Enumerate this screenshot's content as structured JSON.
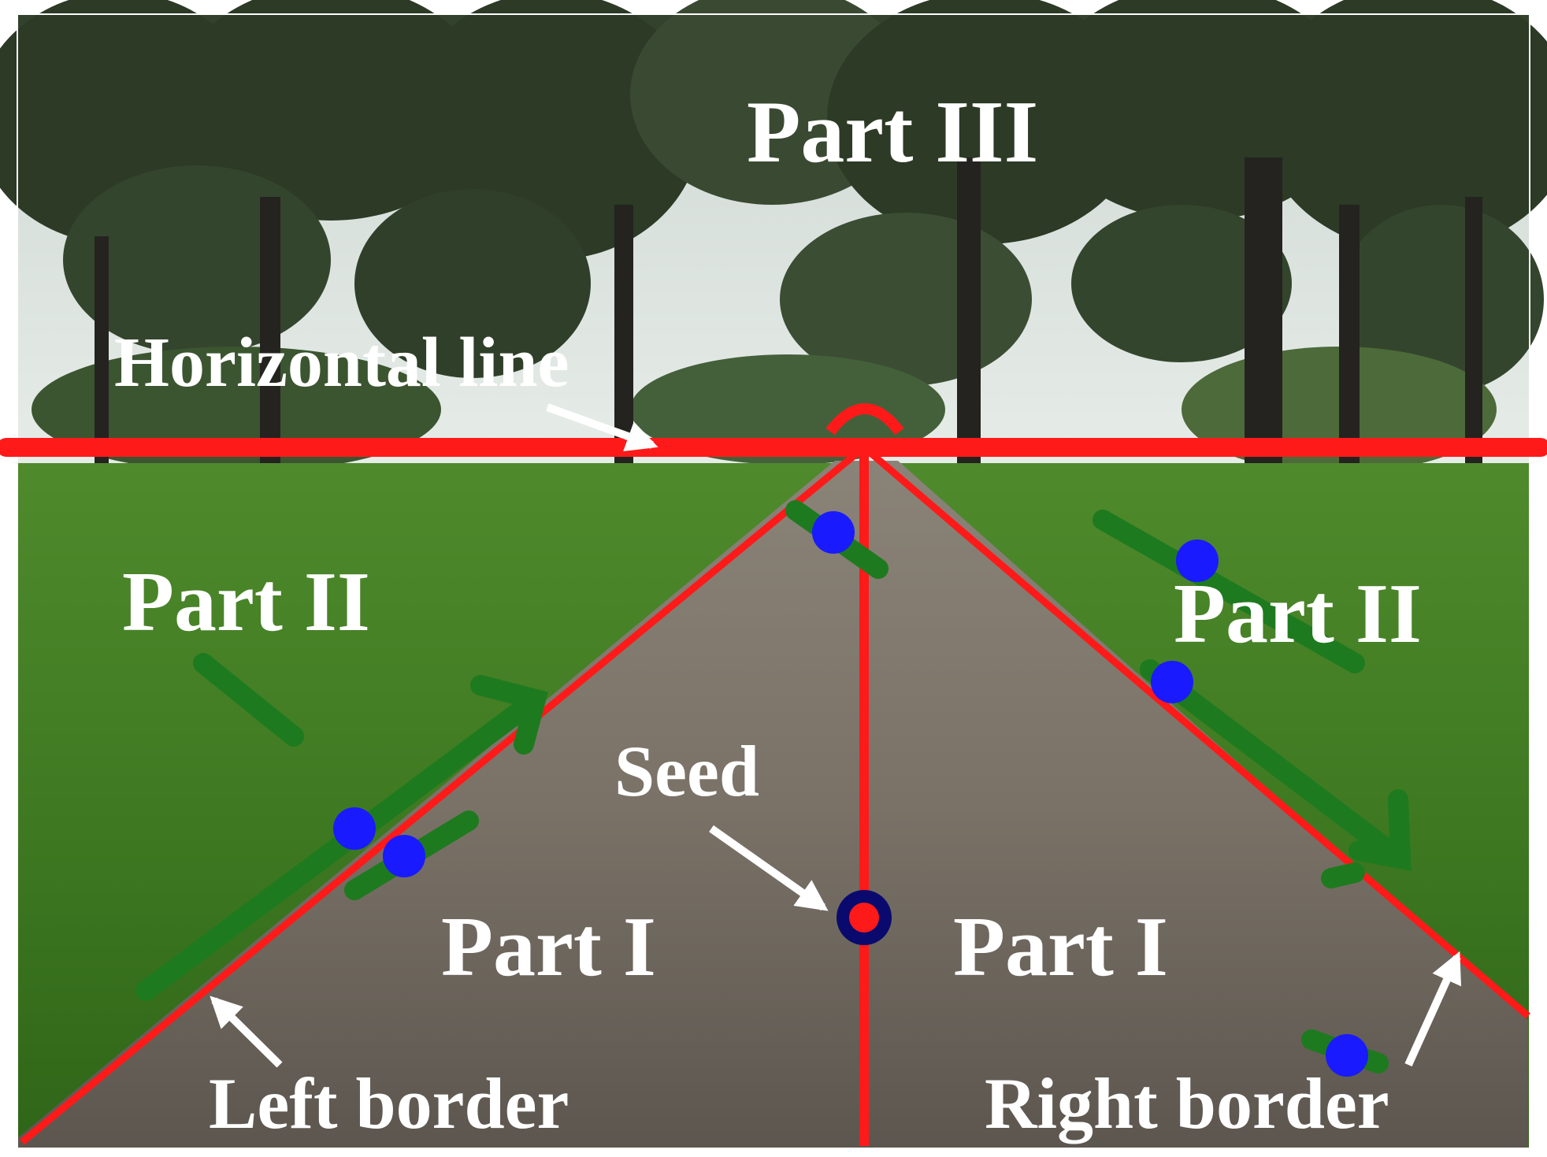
{
  "labels": {
    "part_iii": "Part III",
    "horizontal_line": "Horizontal line",
    "part_ii_left": "Part II",
    "part_ii_right": "Part II",
    "seed": "Seed",
    "part_i_left": "Part I",
    "part_i_right": "Part I",
    "left_border": "Left border",
    "right_border": "Right border"
  },
  "colors": {
    "border_lines": "#ff1a1a",
    "feature_segments": "#1e7a1e",
    "feature_points": "#1a1aff",
    "seed_ring": "#0a0a6e",
    "annotation_text": "#ffffff"
  }
}
